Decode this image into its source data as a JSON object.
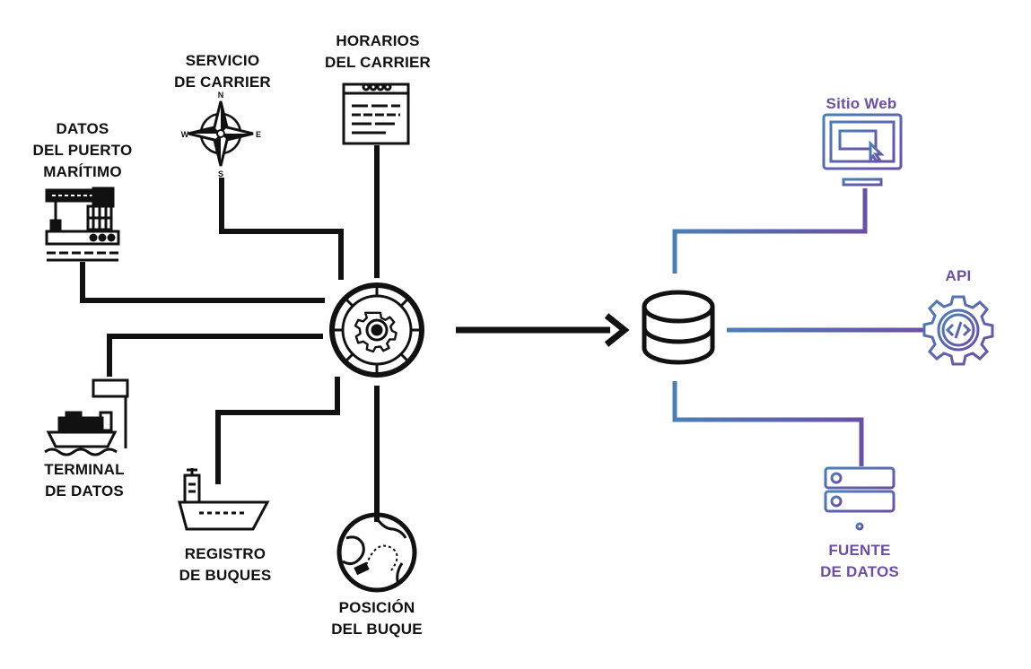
{
  "sources": {
    "puerto": {
      "line1": "DATOS",
      "line2": "DEL PUERTO",
      "line3": "MARÍTIMO"
    },
    "servicio": {
      "line1": "SERVICIO",
      "line2": "DE CARRIER"
    },
    "horarios": {
      "line1": "HORARIOS",
      "line2": "DEL CARRIER"
    },
    "terminal": {
      "line1": "TERMINAL",
      "line2": "DE DATOS"
    },
    "registro": {
      "line1": "REGISTRO",
      "line2": "DE BUQUES"
    },
    "posicion": {
      "line1": "POSICIÓN",
      "line2": "DEL BUQUE"
    }
  },
  "compass": {
    "n": "N",
    "s": "S",
    "e": "E",
    "w": "W"
  },
  "outputs": {
    "web": {
      "label": "Sitio Web"
    },
    "api": {
      "label": "API"
    },
    "fuente": {
      "line1": "FUENTE",
      "line2": "DE DATOS"
    }
  },
  "colors": {
    "ink": "#111111",
    "accent_blue": "#4a7fb5",
    "accent_purple": "#6b4fa3"
  }
}
